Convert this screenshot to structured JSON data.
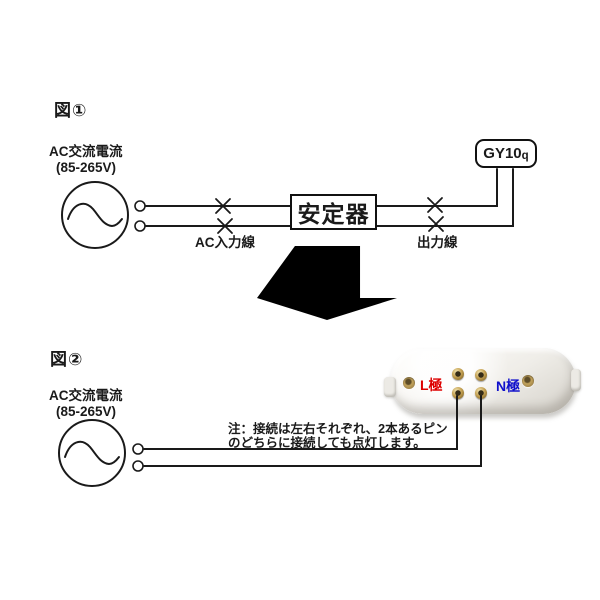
{
  "figure1": {
    "label": "図①",
    "ac_source": {
      "name": "AC交流電流",
      "voltage": "(85-265V)"
    },
    "input_line_label": "AC入力線",
    "ballast_label": "安定器",
    "connector": {
      "label": "GY10q",
      "label_main": "GY10",
      "label_sub": "q"
    },
    "output_line_label": "出力線"
  },
  "figure2": {
    "label": "図②",
    "ac_source": {
      "name": "AC交流電流",
      "voltage": "(85-265V)"
    },
    "note": {
      "line1": "注：接続は左右それぞれ、2本あるピン",
      "line2": "のどちらに接続しても点灯します。"
    },
    "socket": {
      "l_pole_label": "L極",
      "n_pole_label": "N極",
      "l_pole_color": "#dd0000",
      "n_pole_color": "#1111cc",
      "pin_count": 4
    }
  },
  "colors": {
    "line": "#1a1a1a",
    "background": "#ffffff",
    "arrow": "#000000"
  }
}
